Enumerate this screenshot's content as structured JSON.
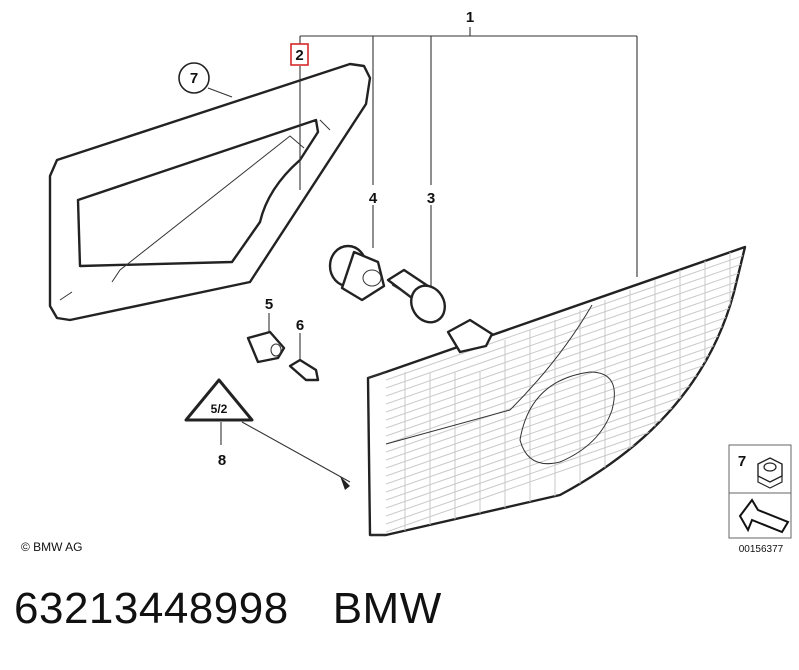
{
  "diagram": {
    "callouts": {
      "c1": "1",
      "c2": "2",
      "c3": "3",
      "c4": "4",
      "c5": "5",
      "c6": "6",
      "c7": "7",
      "c8": "8",
      "legend_num": "7"
    },
    "warning_triangle_text": "5/2",
    "legend_code": "00156377",
    "highlight_color": "#d62828"
  },
  "footer": {
    "copyright": "© BMW AG",
    "part_number": "63213448998",
    "brand": "BMW"
  }
}
